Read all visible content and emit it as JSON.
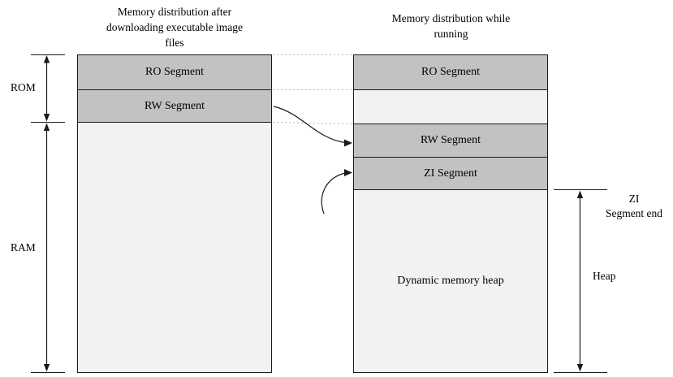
{
  "titles": {
    "left": "Memory distribution after downloading executable image files",
    "right": "Memory distribution while running"
  },
  "left_column": {
    "segments": [
      {
        "label": "RO Segment"
      },
      {
        "label": "RW Segment"
      },
      {
        "label": ""
      }
    ]
  },
  "right_column": {
    "segments": [
      {
        "label": "RO Segment"
      },
      {
        "label": ""
      },
      {
        "label": "RW Segment"
      },
      {
        "label": "ZI Segment"
      },
      {
        "label": "Dynamic memory heap"
      }
    ]
  },
  "side_labels": {
    "rom": "ROM",
    "ram": "RAM",
    "zi_segment_end": "ZI\nSegment end",
    "heap": "Heap"
  },
  "colors": {
    "segment_fill": "#c2c2c2",
    "body_fill": "#f2f2f2",
    "border": "#1a1a1a",
    "dotted_connector": "#b3b3b3"
  }
}
